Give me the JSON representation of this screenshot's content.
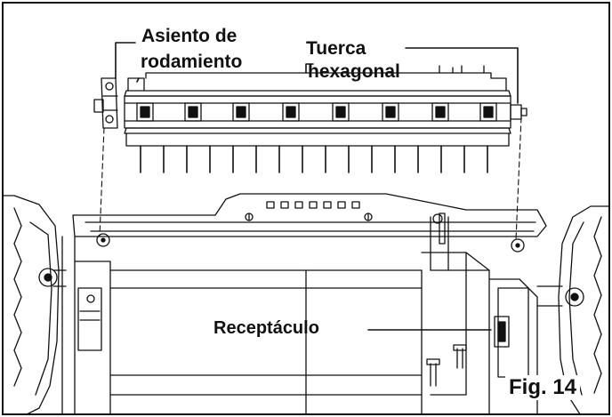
{
  "figure": {
    "label": "Fig. 14"
  },
  "callouts": {
    "bearing_seat": {
      "line1": "Asiento de",
      "line2": "rodamiento"
    },
    "hex_nut": {
      "line1": "Tuerca",
      "line2": "hexagonal"
    },
    "receptacle": {
      "label": "Receptáculo"
    }
  },
  "colors": {
    "ink": "#111111",
    "paper": "#ffffff"
  }
}
